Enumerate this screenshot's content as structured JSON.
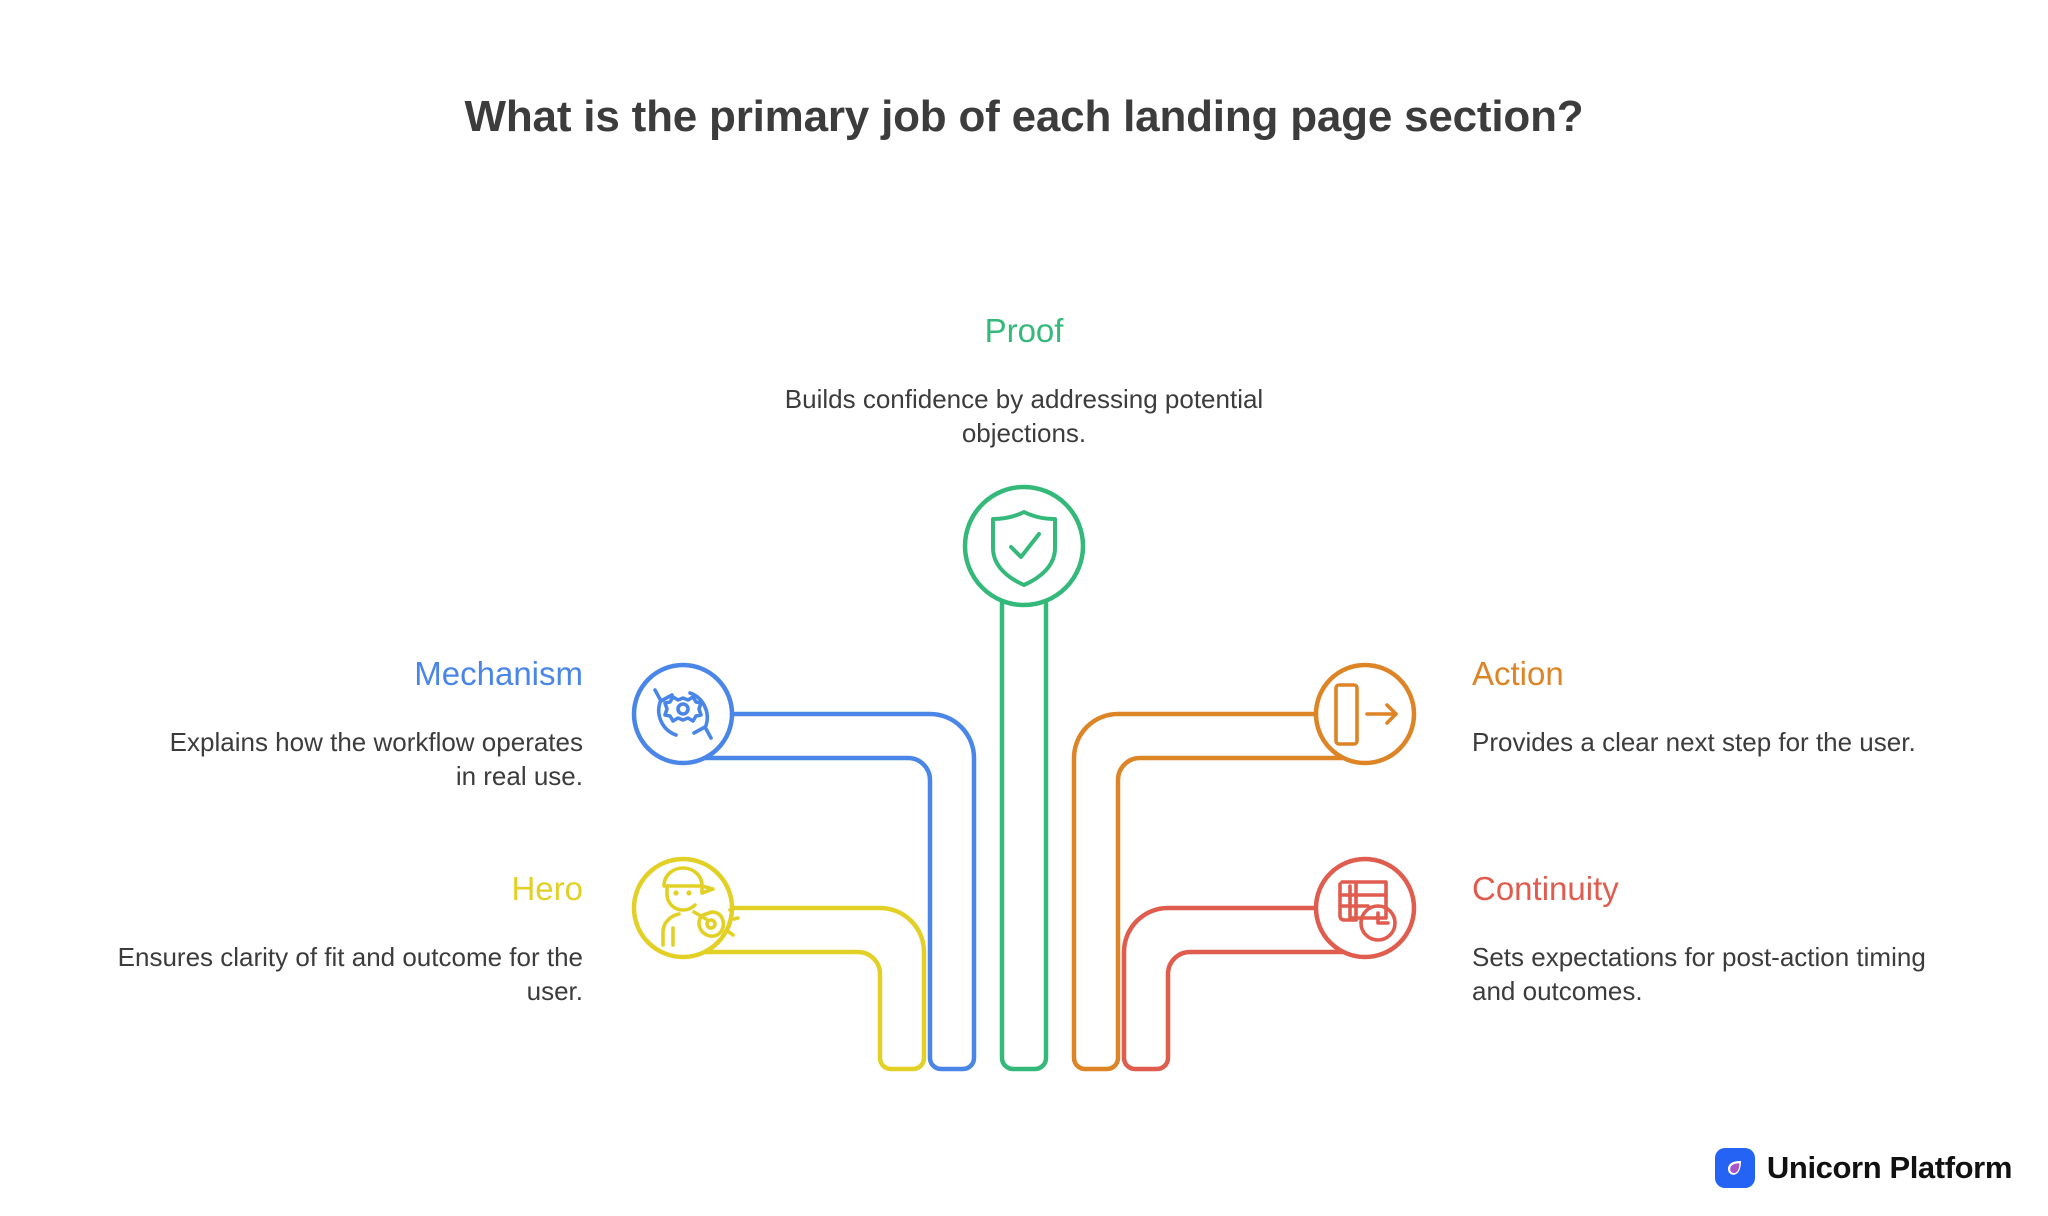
{
  "title": "What is the primary job of each landing page section?",
  "nodes": {
    "proof": {
      "label": "Proof",
      "description": "Builds confidence by addressing potential objections.",
      "color": "#34b97b",
      "icon": "shield-check-icon"
    },
    "mechanism": {
      "label": "Mechanism",
      "description": "Explains how the workflow operates in real use.",
      "color": "#4a86e8",
      "icon": "gear-refresh-icon"
    },
    "hero": {
      "label": "Hero",
      "description": "Ensures clarity of fit and outcome for the user.",
      "color": "#e3d026",
      "icon": "coach-whistle-icon"
    },
    "action": {
      "label": "Action",
      "description": "Provides a clear next step for the user.",
      "color": "#dd8427",
      "icon": "exit-arrow-icon"
    },
    "continuity": {
      "label": "Continuity",
      "description": "Sets expectations for post-action timing and outcomes.",
      "color": "#e05c4e",
      "icon": "calendar-clock-icon"
    }
  },
  "brand": {
    "name": "Unicorn Platform",
    "mark_color": "#2563f5",
    "drop_color": "#a855c9"
  }
}
